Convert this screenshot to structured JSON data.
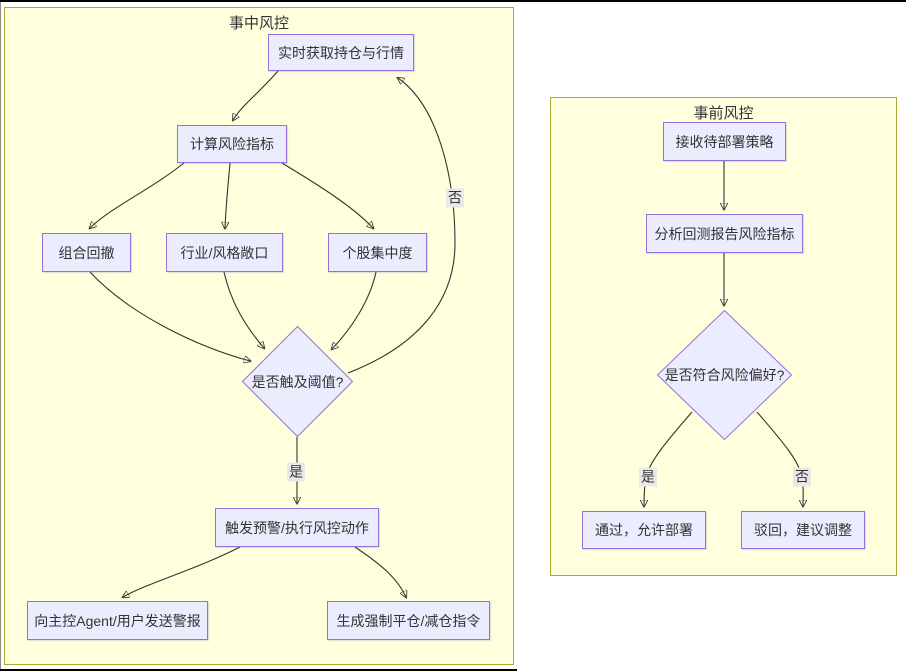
{
  "colors": {
    "cluster_fill": "#ffffde",
    "cluster_border": "#aaaa33",
    "node_fill": "#ECECFF",
    "node_border": "#9370DB",
    "edge_color": "#333333",
    "edge_label_bg": "#e8e8e8",
    "text_color": "#333333"
  },
  "clusters": [
    {
      "title": "事中风控"
    },
    {
      "title": "事前风控"
    }
  ],
  "nodes": {
    "realtime": "实时获取持仓与行情",
    "calc": "计算风险指标",
    "drawdown": "组合回撤",
    "exposure": "行业/风格敞口",
    "concentration": "个股集中度",
    "threshold": "是否触及阈值?",
    "trigger": "触发预警/执行风控动作",
    "alert": "向主控Agent/用户发送警报",
    "order": "生成强制平仓/减仓指令",
    "receive": "接收待部署策略",
    "analyze": "分析回测报告风险指标",
    "preference": "是否符合风险偏好?",
    "approve": "通过，允许部署",
    "reject": "驳回，建议调整"
  },
  "edge_labels": {
    "no_mid": "否",
    "yes_mid": "是",
    "yes_pre": "是",
    "no_pre": "否"
  }
}
